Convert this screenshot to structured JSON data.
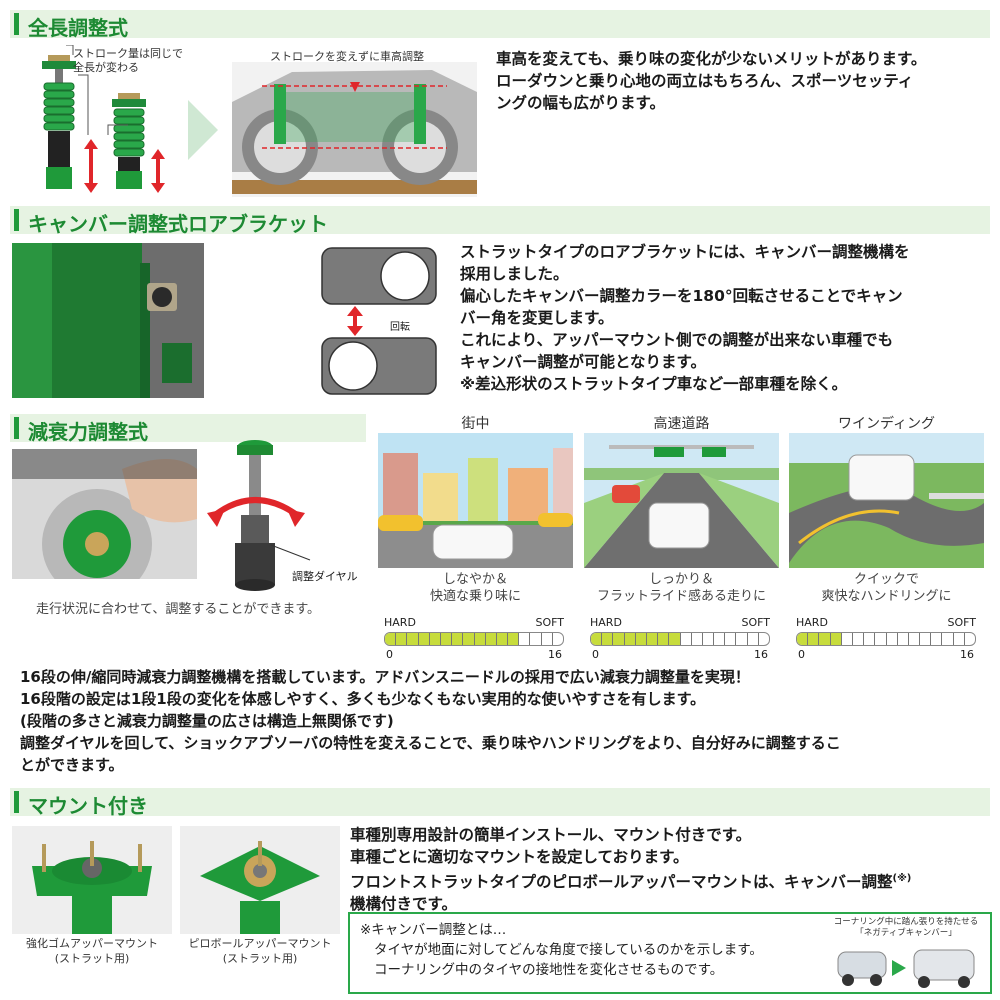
{
  "sections": {
    "length": {
      "title": "全長調整式",
      "callout": "ストローク量は同じで\n全長が変わる",
      "diagram_label": "ストロークを変えずに車高調整",
      "text": [
        "車高を変えても、乗り味の変化が少ないメリットがあります。",
        "ローダウンと乗り心地の両立はもちろん、スポーツセッティ",
        "ングの幅も広がります。"
      ]
    },
    "camber": {
      "title": "キャンバー調整式ロアブラケット",
      "rotate_label": "回転",
      "text": [
        "ストラットタイプのロアブラケットには、キャンバー調整機構を",
        "採用しました。",
        "偏心したキャンバー調整カラーを180°回転させることでキャン",
        "バー角を変更します。",
        "これにより、アッパーマウント側での調整が出来ない車種でも",
        "キャンバー調整が可能となります。",
        "※差込形状のストラットタイプ車など一部車種を除く。"
      ]
    },
    "damping": {
      "title": "減衰力調整式",
      "dial_label": "調整ダイヤル",
      "photo_caption": "走行状況に合わせて、調整することができます。",
      "scenes": [
        {
          "title": "街中",
          "caption": [
            "しなやか＆",
            "快適な乗り味に"
          ],
          "level": 0.75
        },
        {
          "title": "高速道路",
          "caption": [
            "しっかり＆",
            "フラットライド感ある走りに"
          ],
          "level": 0.5
        },
        {
          "title": "ワインディング",
          "caption": [
            "クイックで",
            "爽快なハンドリングに"
          ],
          "level": 0.25
        }
      ],
      "gauge": {
        "left": "HARD",
        "right": "SOFT",
        "min": "0",
        "max": "16"
      },
      "text": [
        "16段の伸/縮同時減衰力調整機構を搭載しています。アドバンスニードルの採用で広い減衰力調整量を実現！",
        "16段階の設定は1段1段の変化を体感しやすく、多くも少なくもない実用的な使いやすさを有します。",
        "(段階の多さと減衰力調整量の広さは構造上無関係です)",
        "調整ダイヤルを回して、ショックアブソーバの特性を変えることで、乗り味やハンドリングをより、自分好みに調整するこ",
        "とができます。"
      ]
    },
    "mount": {
      "title": "マウント付き",
      "photo1_caption": [
        "強化ゴムアッパーマウント",
        "(ストラット用)"
      ],
      "photo2_caption": [
        "ピロボールアッパーマウント",
        "(ストラット用)"
      ],
      "text": [
        "車種別専用設計の簡単インストール、マウント付きです。",
        "車種ごとに適切なマウントを設定しております。",
        "フロントストラットタイプのピロボールアッパーマウントは、キャンバー調整",
        "機構付きです。"
      ],
      "text_sup": "(※)",
      "note": [
        "※キャンバー調整とは…",
        "タイヤが地面に対してどんな角度で接しているのかを示します。",
        "コーナリング中のタイヤの接地性を変化させるものです。"
      ],
      "note_tag": [
        "コーナリング中に踏ん張りを持たせる",
        "「ネガティブキャンバー」"
      ]
    }
  },
  "colors": {
    "brand_green": "#1f9a3a",
    "header_bg": "#e6f3e2",
    "gauge_fill": "#c7dc3c",
    "arrow_red": "#e0262a"
  }
}
